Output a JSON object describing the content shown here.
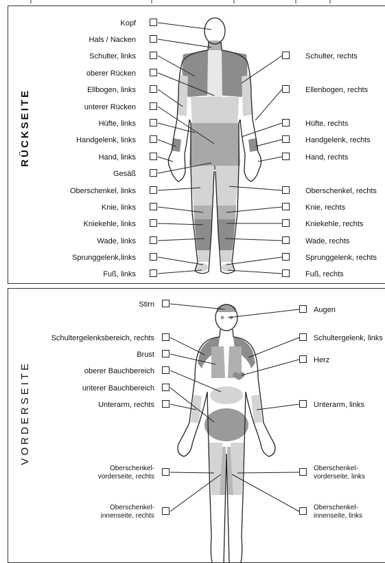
{
  "back": {
    "title": "RÜCKSEITE",
    "left_labels": [
      "Kopf",
      "Hals / Nacken",
      "Schulter, links",
      "oberer Rücken",
      "Ellbogen, links",
      "unterer Rücken",
      "Hüfte, links",
      "Handgelenk, links",
      "Hand, links",
      "Gesäß",
      "Oberschenkel, links",
      "Knie, links",
      "Kniekehle, links",
      "Wade, links",
      "Sprunggelenk,links",
      "Fuß, links"
    ],
    "right_labels": [
      "Schulter, rechts",
      "Ellenbogen, rechts",
      "Hüfte, rechts",
      "Handgelenk, rechts",
      "Hand, rechts",
      "Oberschenkel, rechts",
      "Knie, rechts",
      "Kniekehle, rechts",
      "Wade, rechts",
      "Sprunggelenk, rechts",
      "Fuß, rechts"
    ]
  },
  "front": {
    "title": "VORDERSEITE",
    "left_labels": [
      "Stirn",
      "Schultergelenksbereich, rechts",
      "Brust",
      "oberer Bauchbereich",
      "unterer Bauchbereich",
      "Unterarm, rechts",
      "Oberschenkel-\nvorderseite, rechts",
      "Oberschenkel-\ninnenseite, rechts"
    ],
    "right_labels": [
      "Augen",
      "Schultergelenk, links",
      "Herz",
      "Unterarm, links",
      "Oberschenkel-\nvorderseite, links",
      "Oberschenkel-\ninnenseite, links"
    ]
  },
  "colors": {
    "dark_zone": "#8c8c8c",
    "mid_zone": "#b0b0b0",
    "light_zone": "#d4d4d4",
    "outline": "#222222"
  }
}
